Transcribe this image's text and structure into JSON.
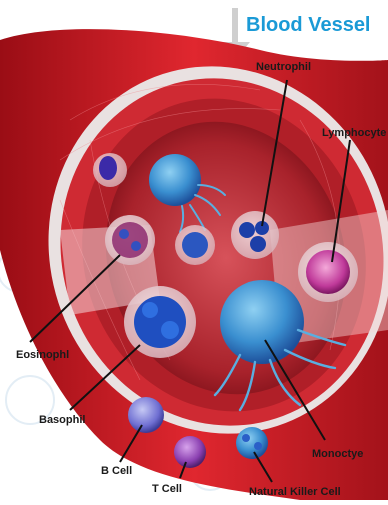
{
  "title": "Blood Vessel",
  "labels": {
    "neutrophil": "Neutrophil",
    "lymphocyte": "Lymphocyte",
    "eosinophil": "Eosinophl",
    "basophil": "Basophil",
    "monocyte": "Monoctye",
    "b_cell": "B Cell",
    "t_cell": "T Cell",
    "nk_cell": "Natural Killer Cell"
  },
  "colors": {
    "title": "#1a9ad6",
    "vessel_red": "#c8141c",
    "vessel_dark": "#7a0a10",
    "lumen": "#b8323a",
    "cell_blue": "#2a5fc8",
    "cell_cyan": "#4fb0e0",
    "cell_purple": "#8a3fb0",
    "cell_magenta": "#c03a9a",
    "arrow_gray": "#c9c9c9"
  }
}
